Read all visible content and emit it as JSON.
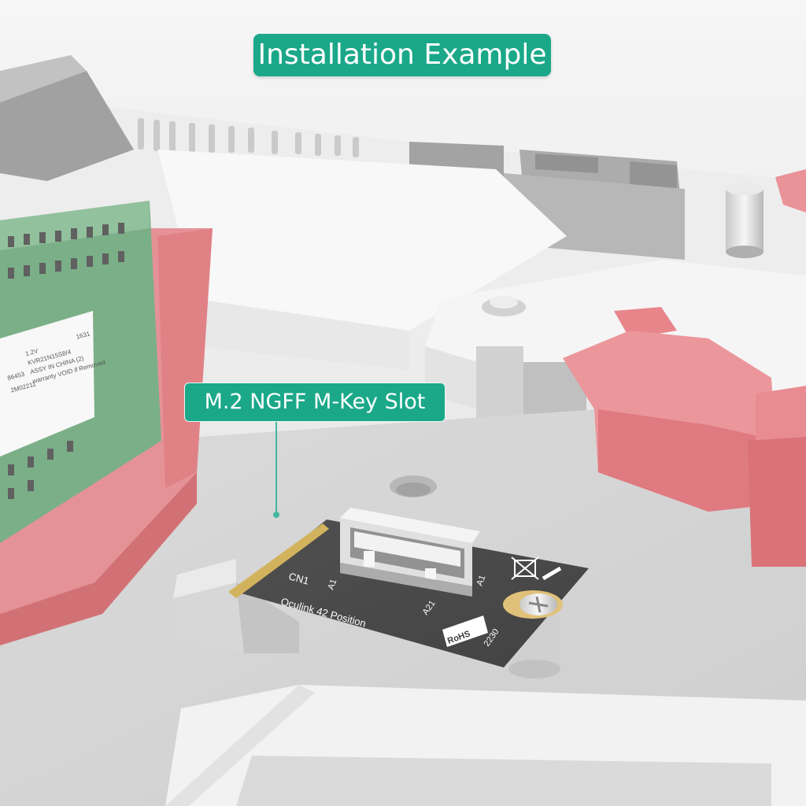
{
  "header": {
    "title": "Installation Example"
  },
  "callout": {
    "label": "M.2 NGFF M-Key Slot"
  },
  "pcb": {
    "cn1": "CN1",
    "pin_a1_left": "A1",
    "pin_a1_right": "A1",
    "pin_a21": "A21",
    "position_text": "Oculink 42 Position",
    "rohs": "RoHS",
    "size": "2230"
  },
  "ram_label": {
    "voltage": "1.2V",
    "model": "KVR21N15S8/4",
    "origin": "ASSY IN CHINA (2)",
    "warranty": "warranty VOID if Removed",
    "code_a": "1631",
    "code_b": "86453",
    "code_c": "2M02211"
  },
  "colors": {
    "accent": "#1aa889",
    "board_black": "#222222",
    "gold_contacts": "#c9a33a",
    "latch_red": "#e05a5f"
  }
}
